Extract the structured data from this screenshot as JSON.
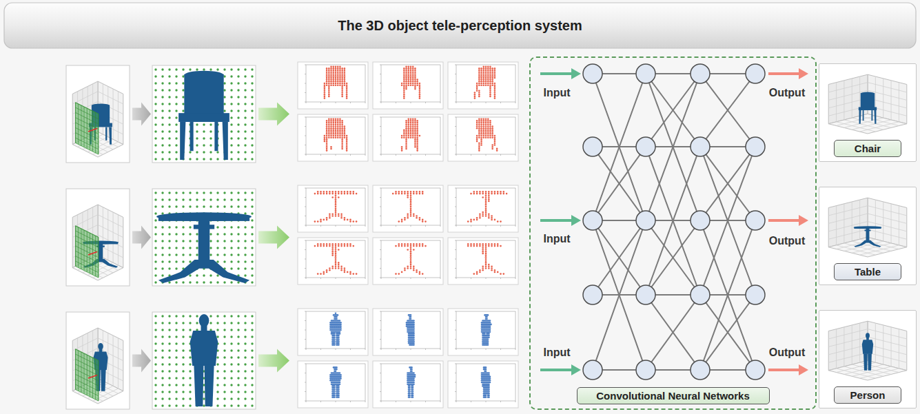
{
  "diagram": {
    "title": "The 3D object tele-perception system",
    "nodes": [
      {
        "text": [
          "Convolutional Neural Networks"
        ]
      },
      {
        "text": [
          "Chair"
        ]
      },
      {
        "text": [
          "Table"
        ]
      },
      {
        "text": [
          "Person"
        ]
      }
    ],
    "labels": [
      "Input",
      "Output",
      "Input",
      "Output",
      "Input",
      "Output"
    ]
  }
}
